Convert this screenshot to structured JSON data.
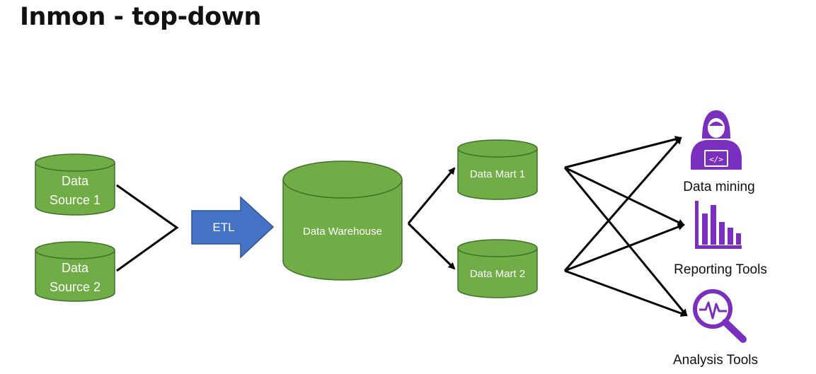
{
  "title": "Inmon - top-down",
  "colors": {
    "cylinder_fill": "#70ad47",
    "cylinder_stroke": "#41702a",
    "arrow_fill": "#4472c4",
    "icon_purple": "#7b2fbe",
    "connector": "#000000"
  },
  "sources": [
    {
      "line1": "Data",
      "line2": "Source 1"
    },
    {
      "line1": "Data",
      "line2": "Source 2"
    }
  ],
  "etl": {
    "label": "ETL"
  },
  "warehouse": {
    "label": "Data Warehouse"
  },
  "marts": [
    {
      "label": "Data Mart 1"
    },
    {
      "label": "Data Mart 2"
    }
  ],
  "tools": [
    {
      "label": "Data mining",
      "icon": "developer-person-icon"
    },
    {
      "label": "Reporting Tools",
      "icon": "bar-chart-icon"
    },
    {
      "label": "Analysis Tools",
      "icon": "magnifier-pulse-icon"
    }
  ]
}
